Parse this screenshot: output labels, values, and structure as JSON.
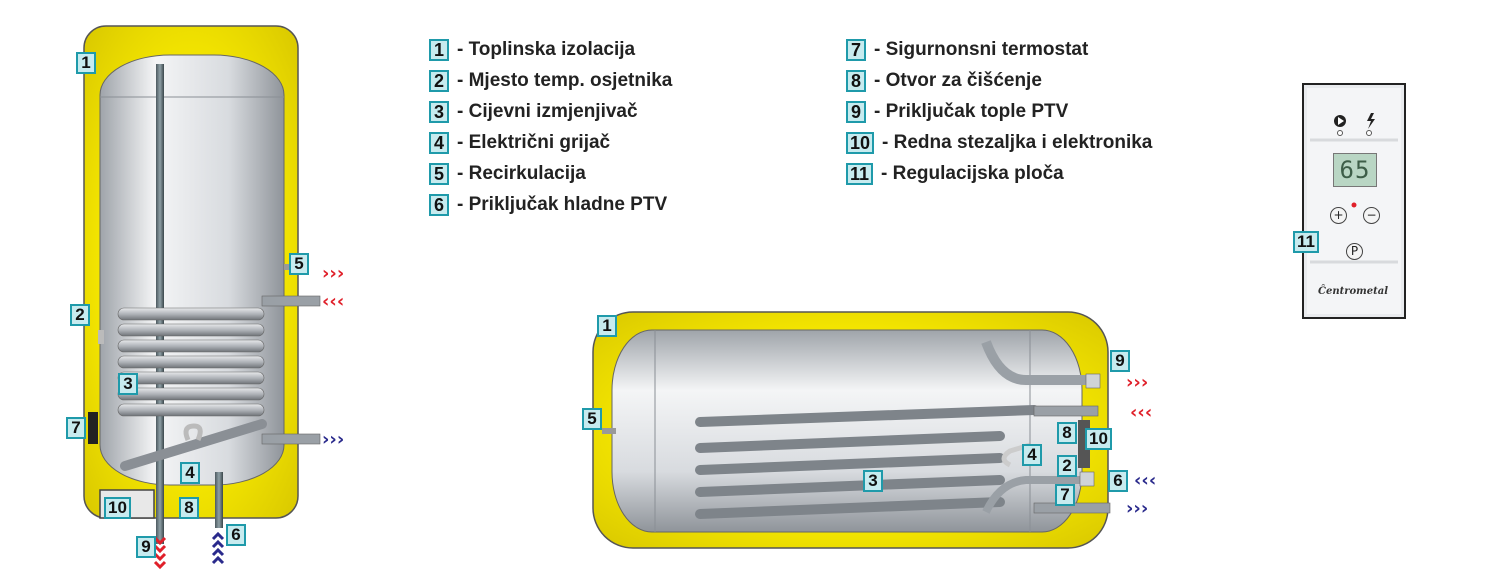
{
  "legend_left": [
    {
      "num": "1",
      "label": "- Toplinska izolacija"
    },
    {
      "num": "2",
      "label": "- Mjesto temp. osjetnika"
    },
    {
      "num": "3",
      "label": "- Cijevni izmjenjivač"
    },
    {
      "num": "4",
      "label": "- Električni grijač"
    },
    {
      "num": "5",
      "label": "- Recirkulacija"
    },
    {
      "num": "6",
      "label": "- Priključak hladne PTV"
    }
  ],
  "legend_right": [
    {
      "num": "7",
      "label": "- Sigurnonsni termostat"
    },
    {
      "num": "8",
      "label": "- Otvor za čišćenje"
    },
    {
      "num": "9",
      "label": "- Priključak tople PTV"
    },
    {
      "num": "10",
      "label": "- Redna stezaljka i elektronika"
    },
    {
      "num": "11",
      "label": "- Regulacijska ploča"
    }
  ],
  "vertical_tags": [
    "1",
    "2",
    "3",
    "7",
    "5",
    "4",
    "10",
    "8",
    "9",
    "6"
  ],
  "horizontal_tags": [
    "1",
    "5",
    "3",
    "9",
    "8",
    "10",
    "4",
    "2",
    "6",
    "7"
  ],
  "panel": {
    "display": "65",
    "plus": "+",
    "minus": "−",
    "program": "P",
    "brand": "Ĉentrometal",
    "tag": "11"
  },
  "colors": {
    "insulation": "#f2e400",
    "tank": "#c9ccd0",
    "tag_fill": "#c7ebef",
    "tag_border": "#1f9aaa",
    "arrow_hot": "#e0202a",
    "arrow_cold": "#2a2a8c"
  }
}
